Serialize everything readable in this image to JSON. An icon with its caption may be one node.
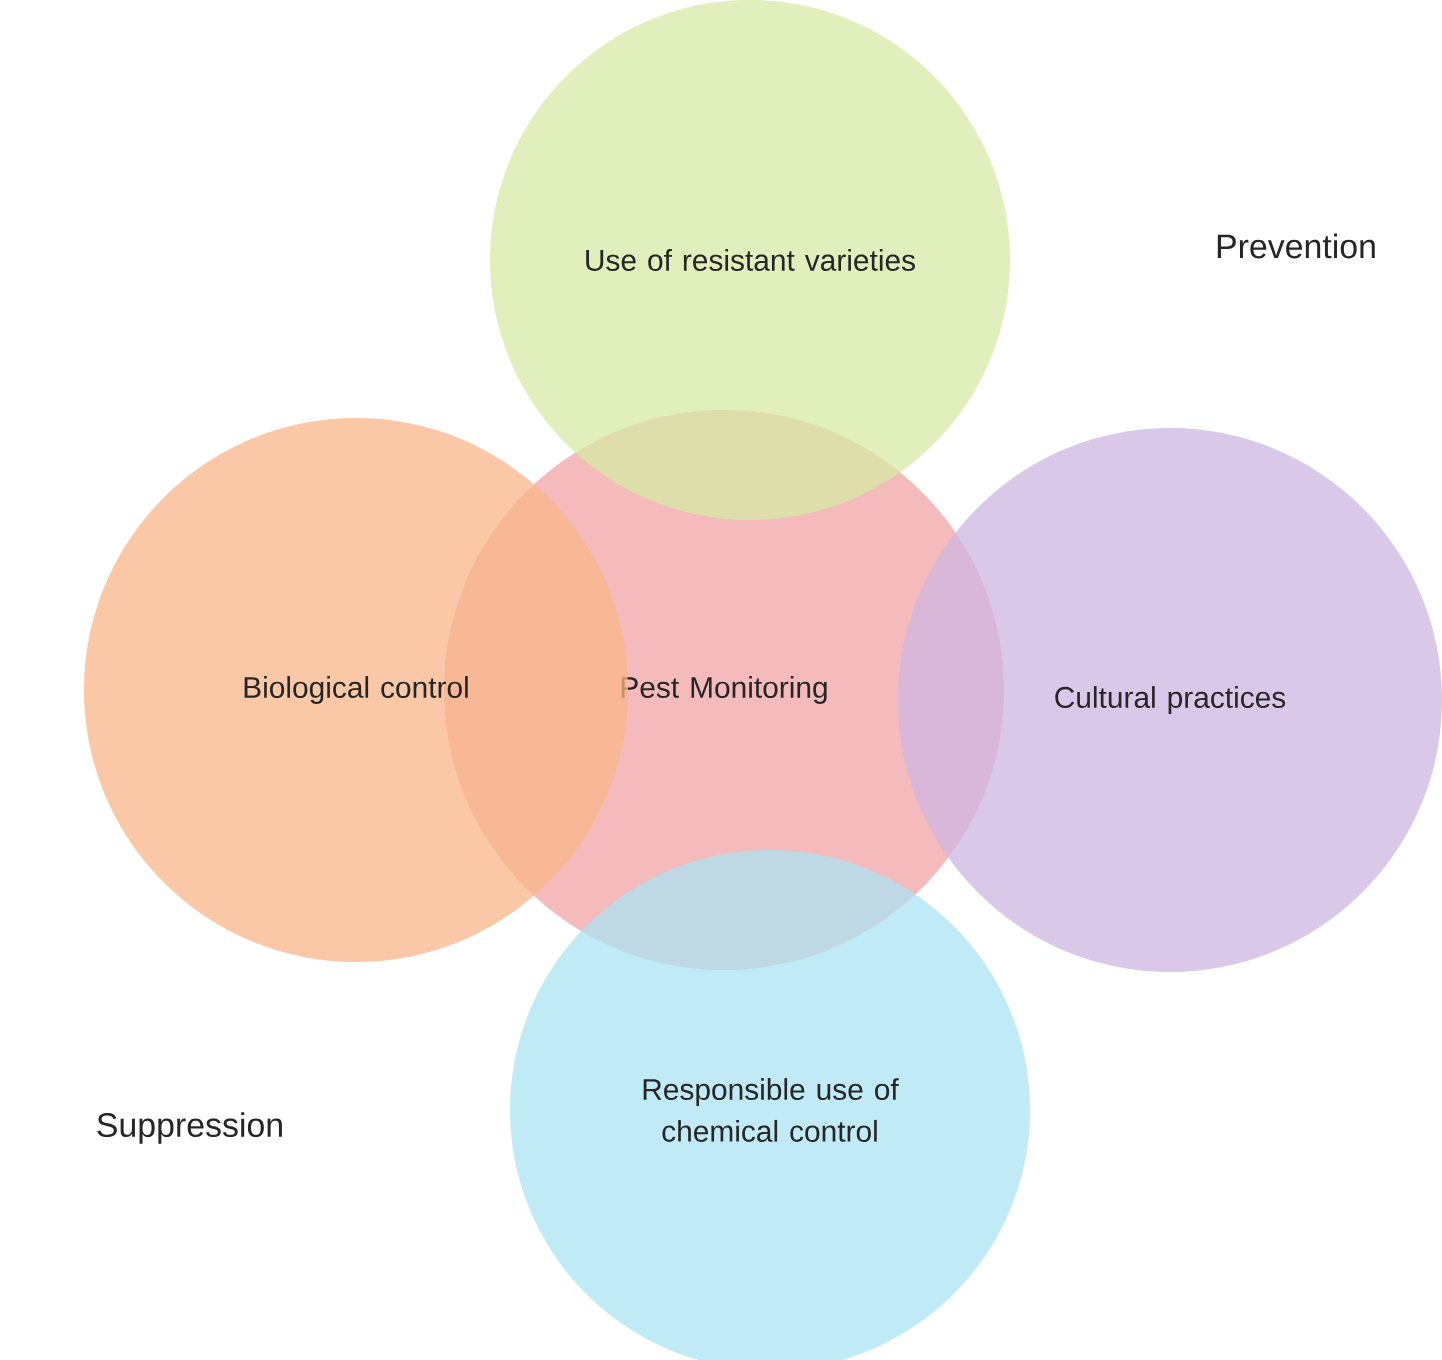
{
  "diagram": {
    "nodes": [
      {
        "text": [
          "Use of resistant varieties"
        ]
      },
      {
        "text": [
          "Biological control"
        ]
      },
      {
        "text": [
          "Pest Monitoring"
        ]
      },
      {
        "text": [
          "Cultural practices"
        ]
      },
      {
        "text": [
          "Responsible use of chemical control"
        ]
      }
    ],
    "labels": [
      "Prevention",
      "Suppression"
    ]
  }
}
